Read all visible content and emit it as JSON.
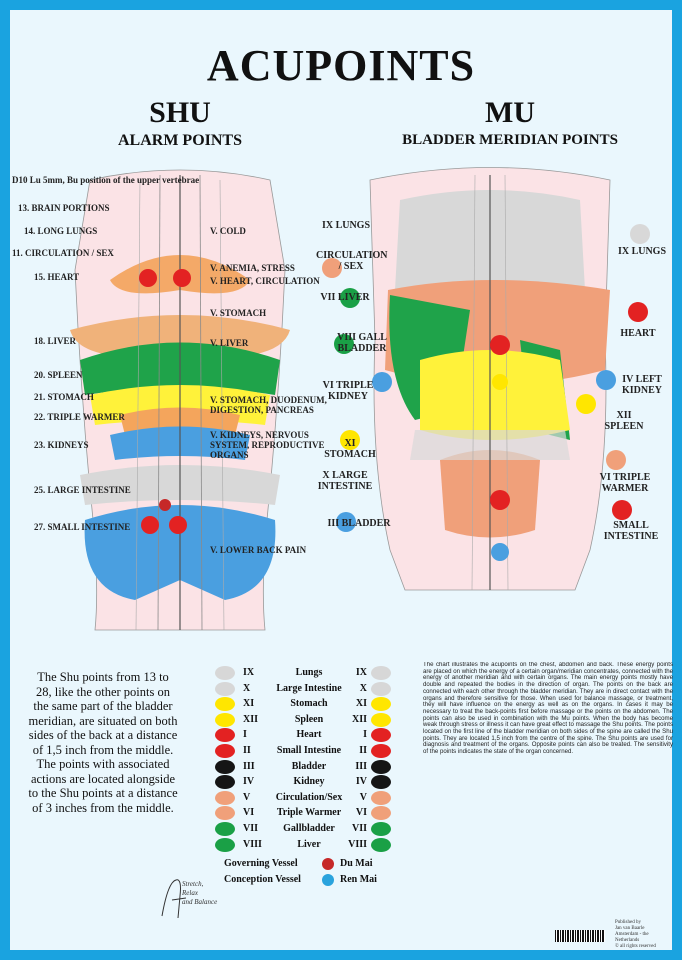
{
  "title": "ACUPOINTS",
  "left_heading": "SHU",
  "left_subheading": "ALARM POINTS",
  "right_heading": "MU",
  "right_subheading": "BLADDER MERIDIAN POINTS",
  "left_labels": [
    "D10 Lu 5mm, Bu position of the upper vertebrae",
    "13. BRAIN PORTIONS",
    "14. LONG LUNGS",
    "11. CIRCULATION / SEX",
    "15. HEART",
    "18. LIVER",
    "20. SPLEEN",
    "21. STOMACH",
    "22. TRIPLE WARMER",
    "23. KIDNEYS",
    "25. LARGE INTESTINE",
    "27. SMALL INTESTINE",
    "V. COLD",
    "V. ANEMIA, STRESS",
    "V. HEART, CIRCULATION",
    "V. STOMACH",
    "V. LIVER",
    "V. STOMACH, DUODENUM, DIGESTION, PANCREAS",
    "V. KIDNEYS, NERVOUS SYSTEM, REPRODUCTIVE ORGANS",
    "V. LOWER BACK PAIN"
  ],
  "right_labels": [
    "IX LUNGS",
    "CIRCULATION / SEX",
    "VII LIVER",
    "VIII GALL BLADDER",
    "VI TRIPLE KIDNEY",
    "XI STOMACH",
    "X LARGE INTESTINE",
    "III BLADDER",
    "IX LUNGS",
    "HEART",
    "IV LEFT KIDNEY",
    "XII SPLEEN",
    "VI TRIPLE WARMER",
    "SMALL INTESTINE"
  ],
  "intro_text": "The Shu points from 13 to 28, like the other points on the same part of the bladder meridian, are situated on both sides of the back at a distance of 1,5 inch from the middle. The points with associated actions are located alongside to the Shu points at a distance of 3 inches from the middle.",
  "legend": [
    {
      "n": "IX",
      "name": "Lungs",
      "color": "#d7d7d7"
    },
    {
      "n": "X",
      "name": "Large Intestine",
      "color": "#d7d7d7"
    },
    {
      "n": "XI",
      "name": "Stomach",
      "color": "#ffe600"
    },
    {
      "n": "XII",
      "name": "Spleen",
      "color": "#ffe600"
    },
    {
      "n": "I",
      "name": "Heart",
      "color": "#e32222"
    },
    {
      "n": "II",
      "name": "Small Intestine",
      "color": "#e32222"
    },
    {
      "n": "III",
      "name": "Bladder",
      "color": "#151515"
    },
    {
      "n": "IV",
      "name": "Kidney",
      "color": "#151515"
    },
    {
      "n": "V",
      "name": "Circulation/Sex",
      "color": "#f0a07a"
    },
    {
      "n": "VI",
      "name": "Triple Warmer",
      "color": "#f0a07a"
    },
    {
      "n": "VII",
      "name": "Gallbladder",
      "color": "#1aa046"
    },
    {
      "n": "VIII",
      "name": "Liver",
      "color": "#1aa046"
    }
  ],
  "vessels": [
    {
      "name": "Governing Vessel",
      "abbr": "Du Mai",
      "color": "#c62828"
    },
    {
      "name": "Conception Vessel",
      "abbr": "Ren Mai",
      "color": "#2aa3dd"
    }
  ],
  "body_text": "The chart illustrates the acupoints on the chest, abdomen and back. These energy points are placed on which the energy of a certain organ/meridian concentrates, connected with the energy of another meridian and with certain organs. The main energy points mostly have double and repeated the bodies in the direction of organ. The points on the back are connected with each other through the bladder meridian. They are in direct contact with the organs and therefore sensitive for those. When used for balance massage, or treatment, they will have influence on the energy as well as on the organs. In cases it may be necessary to treat the back-points first before massage or the points on the abdomen. The points can also be used in combination with the Mu points. When the body has become weak through stress or illness it can have great effect to massage the Shu points. The points located on the first line of the bladder meridian on both sides of the spine are called the Shu points. They are located 1,5 inch from the centre of the spine. The Shu points are used for diagnosis and treatment of the organs. Opposite points can also be treated. The sensitivity of the points indicates the state of the organ concerned.",
  "credit_text": [
    "Stretch,",
    "Relax",
    "and Balance"
  ],
  "publisher": [
    "Published by",
    "Jan van Baarle",
    "Amsterdam - the Netherlands",
    "© all rights reserved"
  ]
}
